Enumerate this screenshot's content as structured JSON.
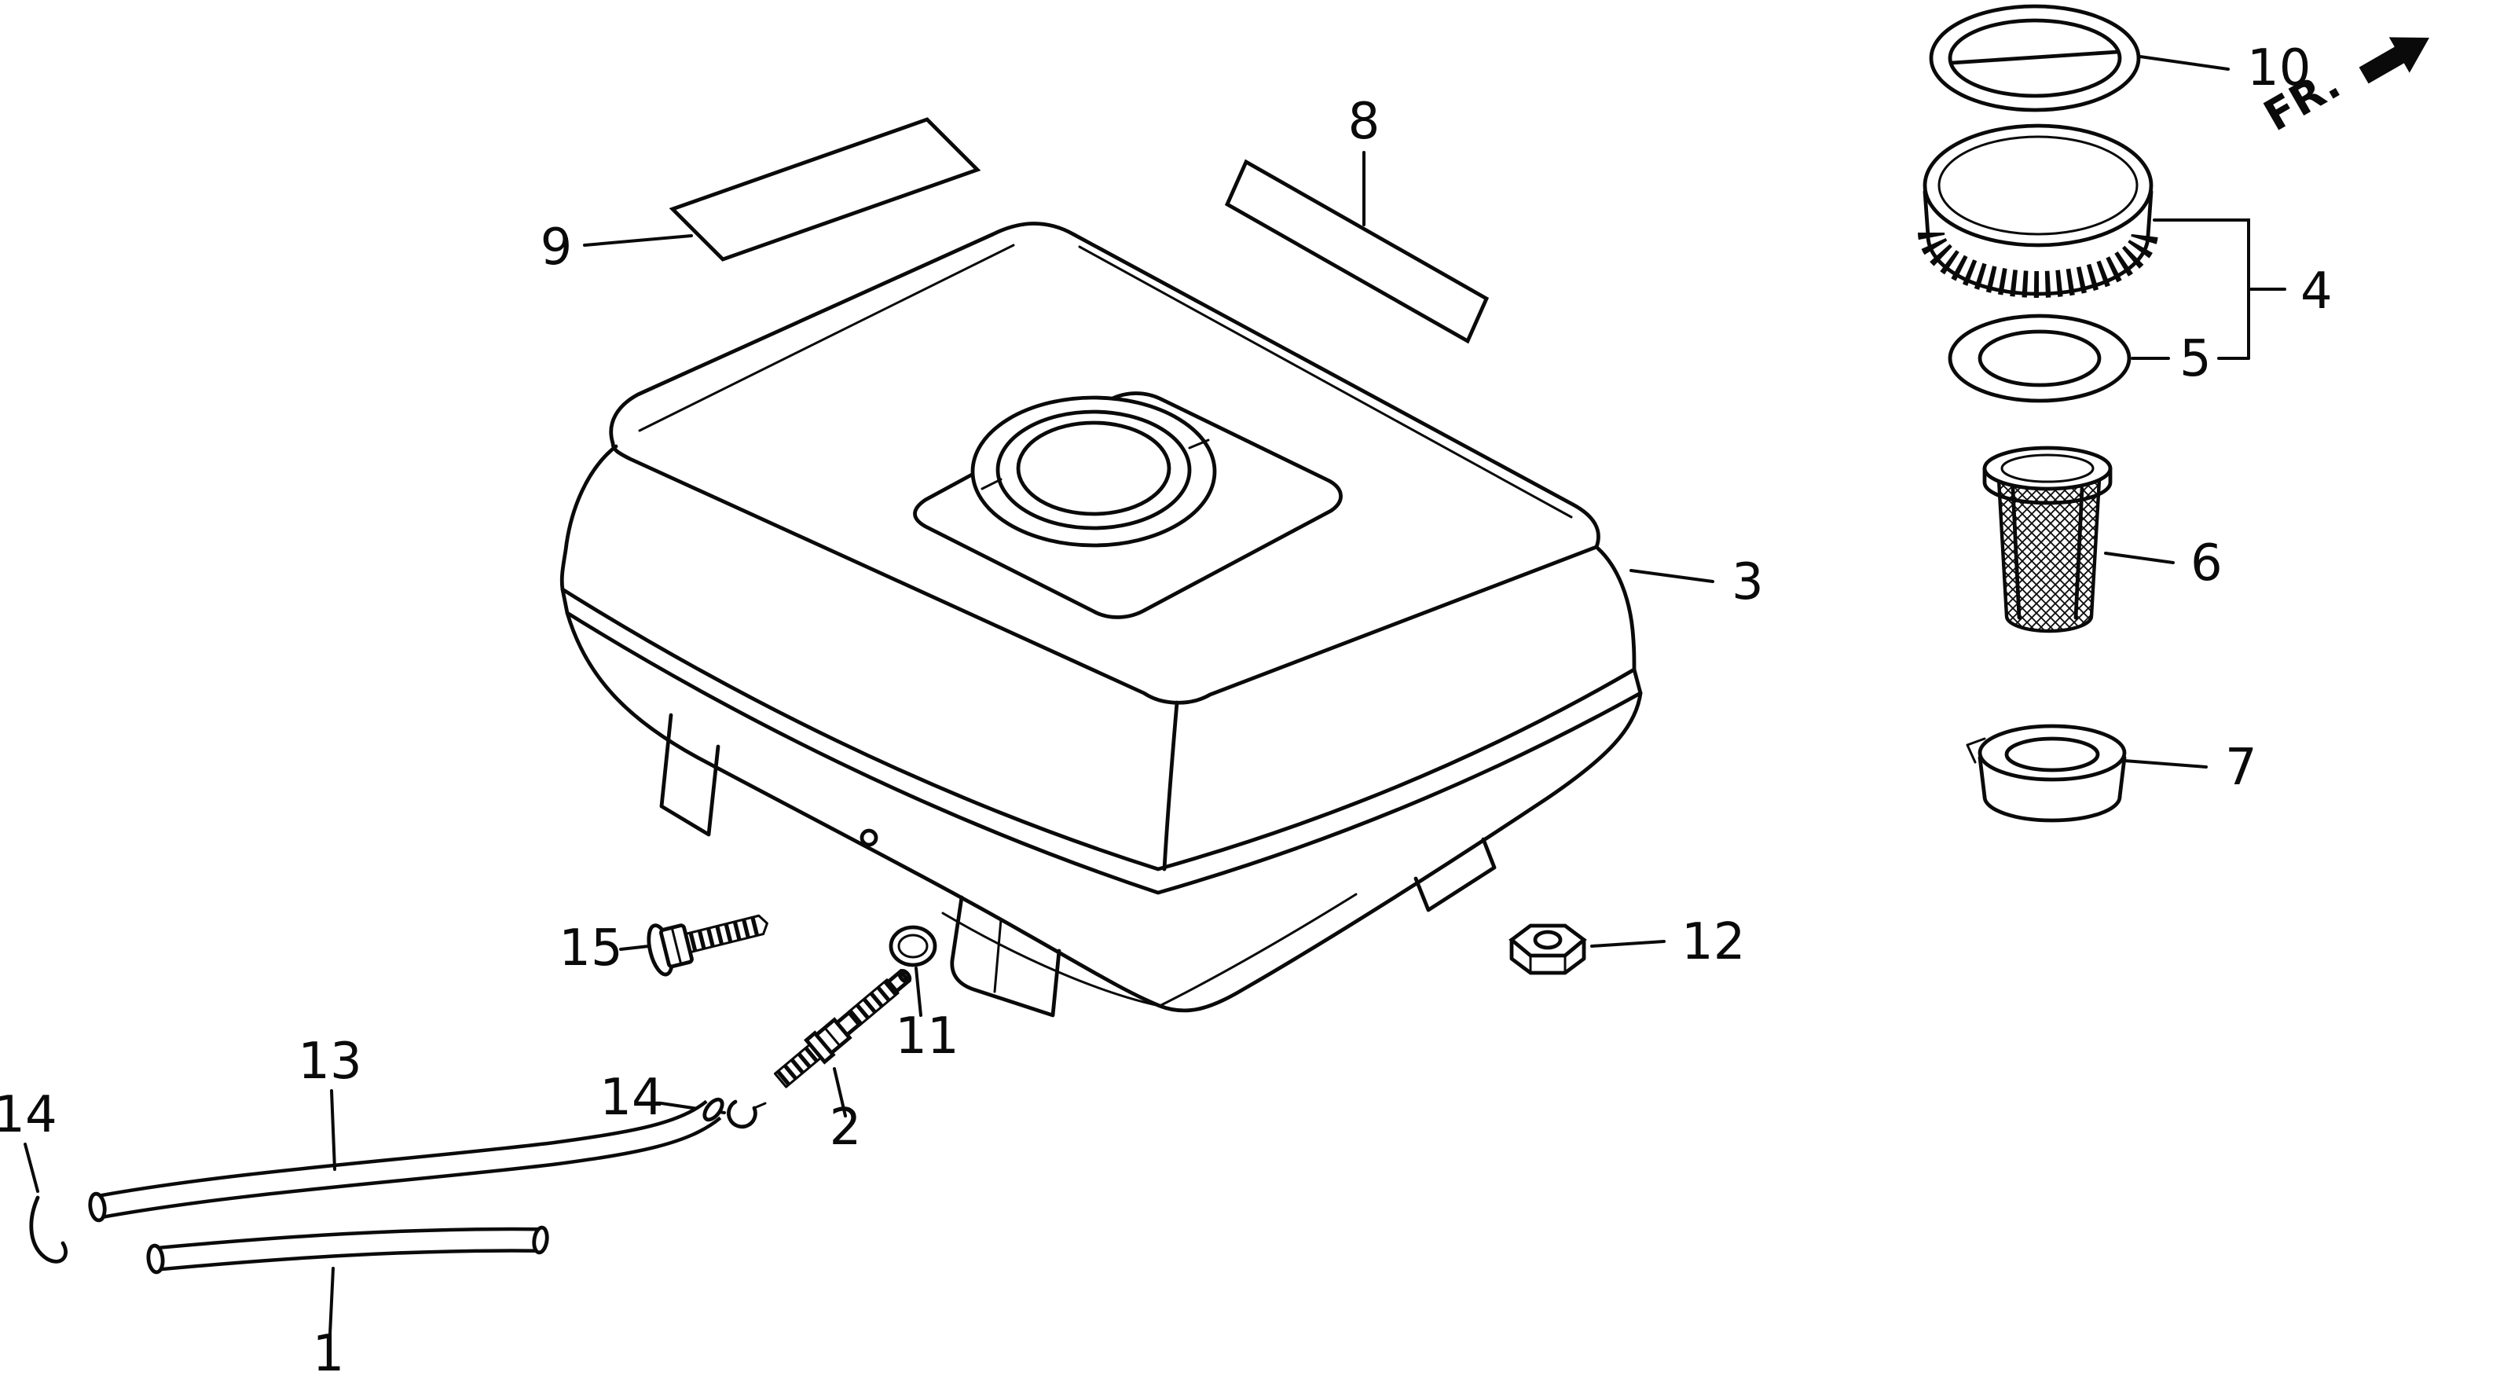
{
  "diagram": {
    "direction_indicator": "FR.",
    "callouts": {
      "hose_lower": "1",
      "fuel_joint": "2",
      "fuel_tank": "3",
      "fuel_cap": "4",
      "cap_gasket": "5",
      "fuel_strainer": "6",
      "filter_collar": "7",
      "sticker_top_right": "8",
      "sticker_top_left": "9",
      "cap_inner_lid": "10",
      "o_ring": "11",
      "nut": "12",
      "hose_upper": "13",
      "clip_left": "14",
      "clip_mid": "14",
      "bolt": "15"
    }
  }
}
